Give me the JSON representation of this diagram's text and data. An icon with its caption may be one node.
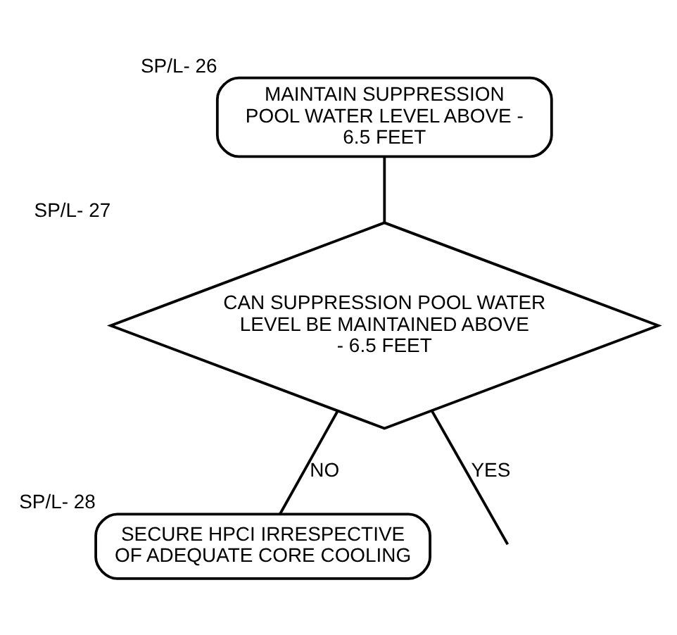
{
  "diagram": {
    "nodes": [
      {
        "text": [
          "MAINTAIN SUPPRESSION POOL WATER LEVEL ABOVE - 6.5 FEET"
        ],
        "beside": [
          "SP/L- 26"
        ]
      },
      {
        "text": [
          "CAN SUPPRESSION POOL WATER LEVEL BE MAINTAINED ABOVE - 6.5 FEET"
        ],
        "beside": [
          "SP/L- 27"
        ]
      },
      {
        "text": [
          "SECURE HPCI IRRESPECTIVE OF ADEQUATE CORE COOLING"
        ],
        "beside": [
          "SP/L- 28"
        ]
      }
    ],
    "edges": [
      {
        "from": 0,
        "to": 1,
        "arrow": "none"
      },
      {
        "from": 1,
        "to": null,
        "arrow": "none",
        "label": "YES"
      },
      {
        "from": 1,
        "to": 2,
        "arrow": "none",
        "label": "NO"
      }
    ]
  }
}
